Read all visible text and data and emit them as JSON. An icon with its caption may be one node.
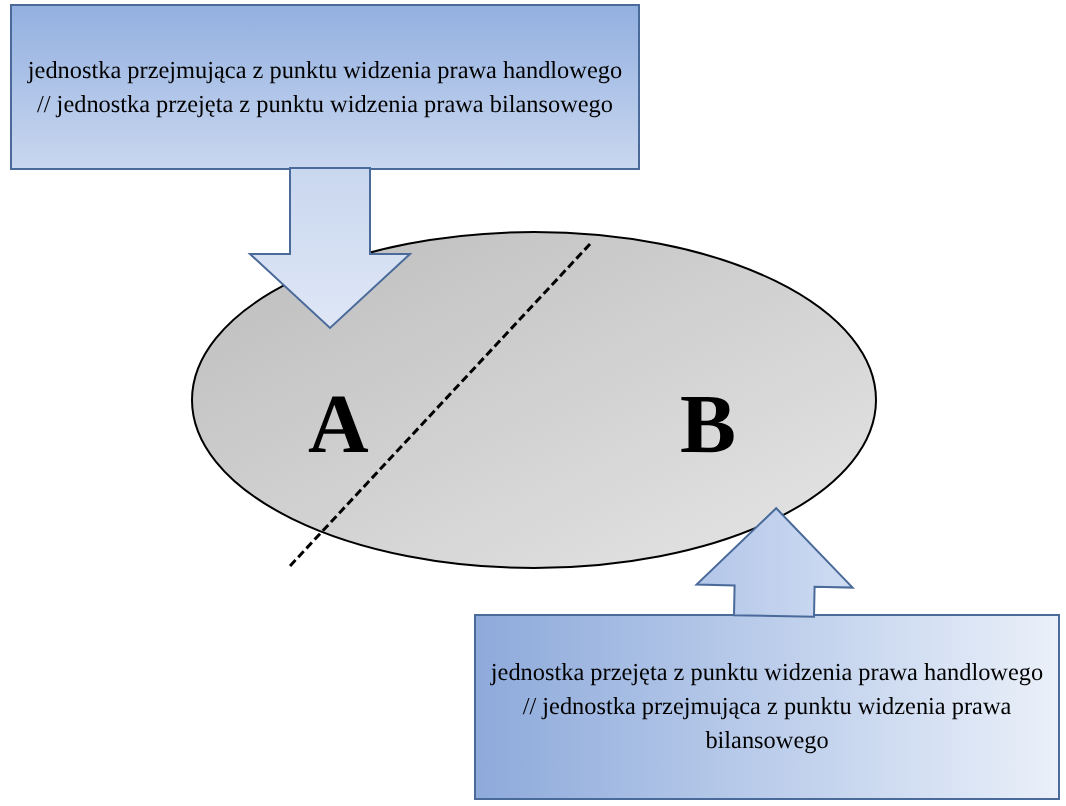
{
  "diagram": {
    "nodes": [
      {
        "text": [
          "jednostka przejmująca z punktu widzenia prawa handlowego // jednostka przejęta z punktu widzenia prawa bilansowego"
        ]
      },
      {
        "text": [],
        "shape": "ellipse"
      },
      {
        "text": [
          "jednostka przejęta z punktu widzenia prawa handlowego // jednostka przejmująca z punktu widzenia prawa bilansowego"
        ]
      }
    ],
    "edges": [
      {
        "from": 0,
        "to": 1,
        "arrow": "to"
      },
      {
        "from": 2,
        "to": 1,
        "arrow": "to"
      }
    ],
    "labels": [
      "A",
      "B"
    ]
  }
}
